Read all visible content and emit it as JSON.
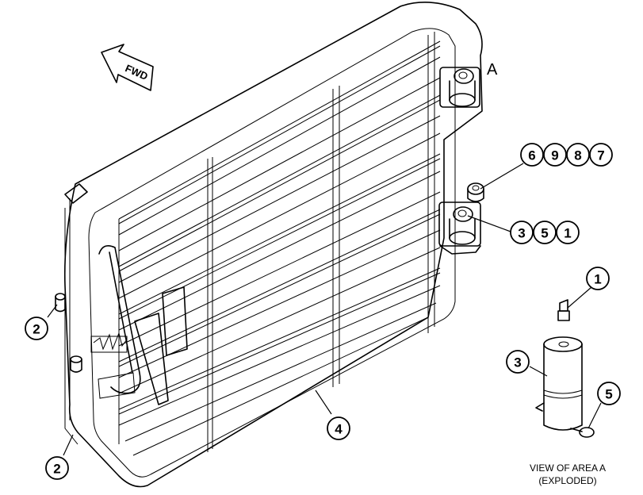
{
  "orientation_label": "FWD",
  "area_label": "A",
  "caption": {
    "line1": "VIEW OF AREA  A",
    "line2": "(EXPLODED)"
  },
  "callouts": {
    "c6": "6",
    "c9": "9",
    "c8": "8",
    "c7": "7",
    "c3_top": "3",
    "c5_top": "5",
    "c1_top": "1",
    "c1_exploded": "1",
    "c3_exploded": "3",
    "c5_exploded": "5",
    "c2_upper": "2",
    "c2_lower": "2",
    "c4": "4"
  },
  "icons": [
    "fwd-arrow-icon"
  ]
}
